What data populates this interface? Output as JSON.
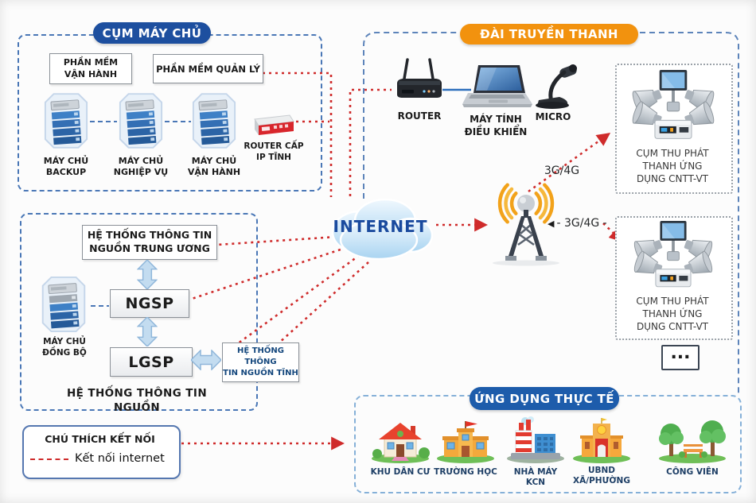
{
  "colors": {
    "accent_blue": "#1d4f9f",
    "accent_orange": "#f2920e",
    "app_blue": "#1d5cab",
    "line_red": "#cf2b2b",
    "line_blue": "#4a77b6"
  },
  "server_cluster": {
    "title": "CỤM MÁY CHỦ",
    "software_ops": "PHẦN MỀM\nVẬN HÀNH",
    "software_mgmt": "PHẦN MỀM QUẢN LÝ",
    "server_backup": "MÁY CHỦ\nBACKUP",
    "server_business": "MÁY CHỦ\nNGHIỆP VỤ",
    "server_ops": "MÁY CHỦ\nVẬN HÀNH",
    "static_ip_router": "ROUTER CẤP\nIP TĨNH"
  },
  "radio_station": {
    "title": "ĐÀI TRUYỀN THANH",
    "router": "ROUTER",
    "computer": "MÁY TÍNH\nĐIỀU KHIỂN",
    "micro": "MICRO"
  },
  "internet_label": "INTERNET",
  "links": {
    "g3g4_upper": "3G/4G",
    "g3g4_lower": "- 3G/4G -",
    "arrow_left_glyph": "◀"
  },
  "speaker_cluster": {
    "label": "CỤM THU PHÁT\nTHANH ỨNG\nDỤNG CNTT-VT",
    "more": "..."
  },
  "source_systems": {
    "title": "HỆ THỐNG THÔNG TIN NGUỒN",
    "central": "HỆ THỐNG THÔNG TIN\nNGUỒN TRUNG ƯƠNG",
    "ngsp": "NGSP",
    "lgsp": "LGSP",
    "static_source": "HỆ THỐNG THÔNG\nTIN NGUỒN TĨNH",
    "sync_server": "MÁY CHỦ\nĐỒNG BỘ"
  },
  "legend": {
    "title": "CHÚ THÍCH KẾT NỐI",
    "internet_item": "Kết nối internet"
  },
  "applications": {
    "title": "ỨNG DỤNG THỰC TẾ",
    "items": [
      "KHU DÂN CƯ",
      "TRƯỜNG HỌC",
      "NHÀ MÁY\nKCN",
      "UBND\nXÃ/PHƯỜNG",
      "CÔNG VIÊN"
    ]
  }
}
